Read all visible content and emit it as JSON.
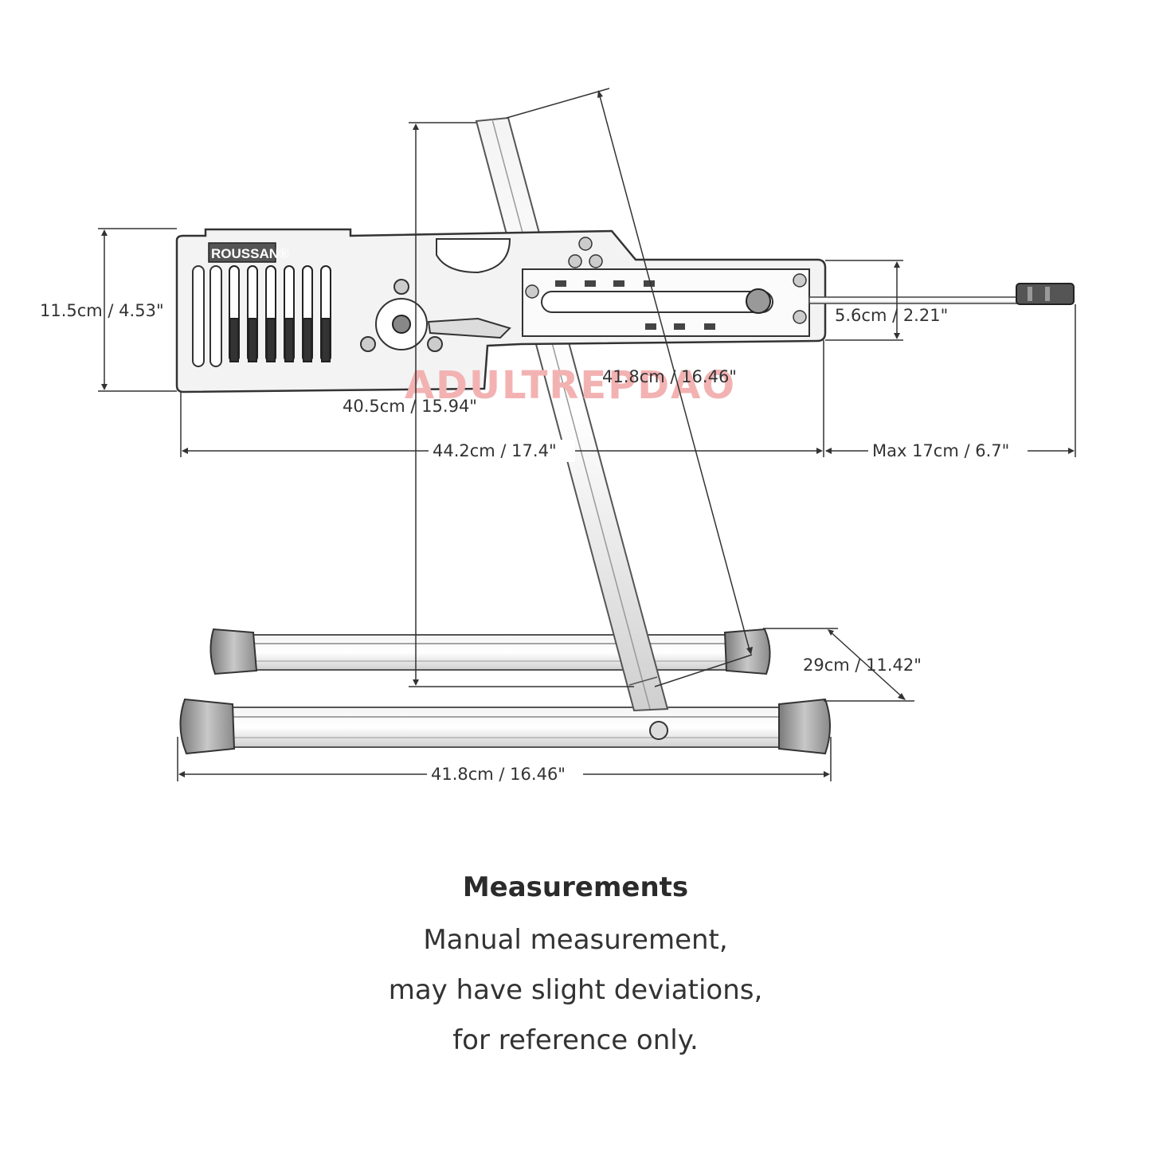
{
  "brand": "ROUSSAN®",
  "watermark": "ADULTREPDAO",
  "dimensions": {
    "height_left": "11.5cm / 4.53\"",
    "head_height": "5.6cm / 2.21\"",
    "diagonal": "41.8cm / 16.46\"",
    "vertical": "40.5cm / 15.94\"",
    "body_length": "44.2cm / 17.4\"",
    "stroke": "Max 17cm / 6.7\"",
    "base_depth": "29cm / 11.42\"",
    "base_width": "41.8cm / 16.46\""
  },
  "caption": {
    "title": "Measurements",
    "line1": "Manual measurement,",
    "line2": "may have slight deviations,",
    "line3": "for reference only."
  }
}
